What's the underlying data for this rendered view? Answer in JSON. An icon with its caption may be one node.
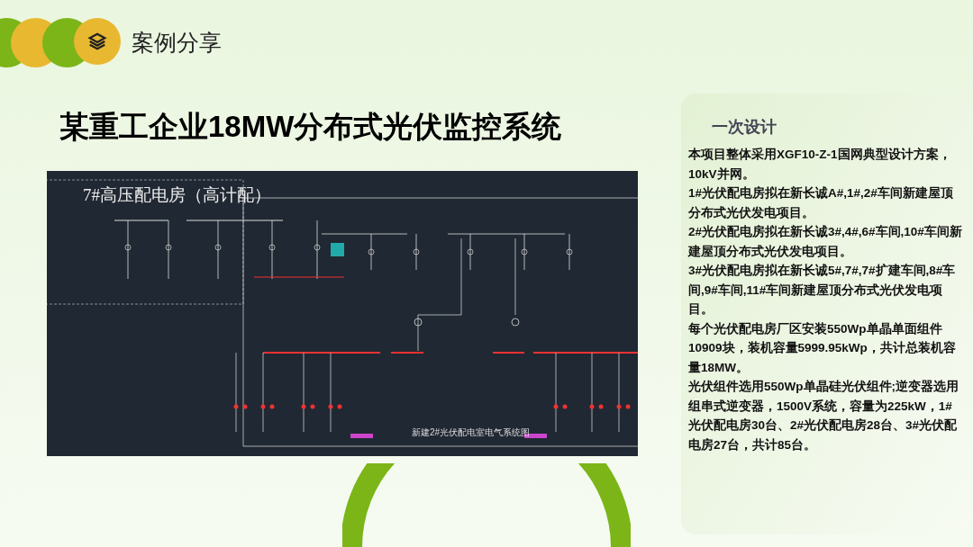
{
  "diagram": {
    "title": "某重工企业18MW分布式光伏监控系统",
    "nodes": [
      {
        "text": [
          "一次设计",
          "本项目整体采用XGF10-Z-1国网典型设计方案，10kV并网。",
          "1#光伏配电房拟在新长诚A#,1#,2#车间新建屋顶分布式光伏发电项目。",
          "2#光伏配电房拟在新长诚3#,4#,6#车间,10#车间新建屋顶分布式光伏发电项目。",
          "3#光伏配电房拟在新长诚5#,7#,7#扩建车间,8#车间,9#车间,11#车间新建屋顶分布式光伏发电项目。",
          "每个光伏配电房厂区安装550Wp单晶单面组件10909块，装机容量5999.95kWp，共计总装机容量18MW。",
          "光伏组件选用550Wp单晶硅光伏组件;逆变器选用组串式逆变器，1500V系统，容量为225kW，1#光伏配电房30台、2#光伏配电房28台、3#光伏配电房27台，共计85台。"
        ]
      }
    ],
    "labels": [
      "案例分享",
      "7#高压配电房（高计配）",
      "新建2#光伏配电室电气系统图"
    ]
  }
}
